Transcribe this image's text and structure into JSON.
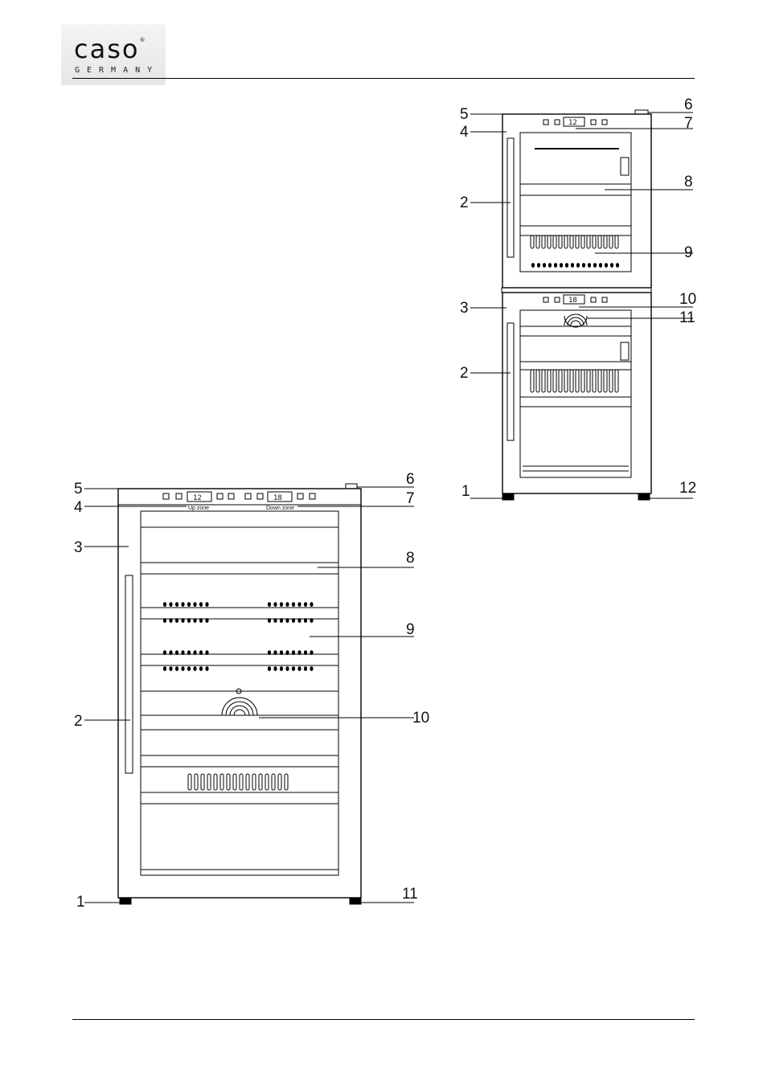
{
  "header": {
    "brand": "caso",
    "registered_mark": "®",
    "country": "GERMANY"
  },
  "figure_large": {
    "panel": {
      "display_left": "12",
      "display_right": "18",
      "label_left": "Up zone",
      "label_right": "Down zone"
    },
    "callouts": [
      "1",
      "2",
      "3",
      "4",
      "5",
      "6",
      "7",
      "8",
      "9",
      "10",
      "11"
    ]
  },
  "figure_small": {
    "display_top": "12",
    "display_bottom": "18",
    "callouts": [
      "2",
      "2",
      "3",
      "4",
      "5",
      "6",
      "7",
      "8",
      "9",
      "10",
      "11",
      "1",
      "12"
    ]
  }
}
